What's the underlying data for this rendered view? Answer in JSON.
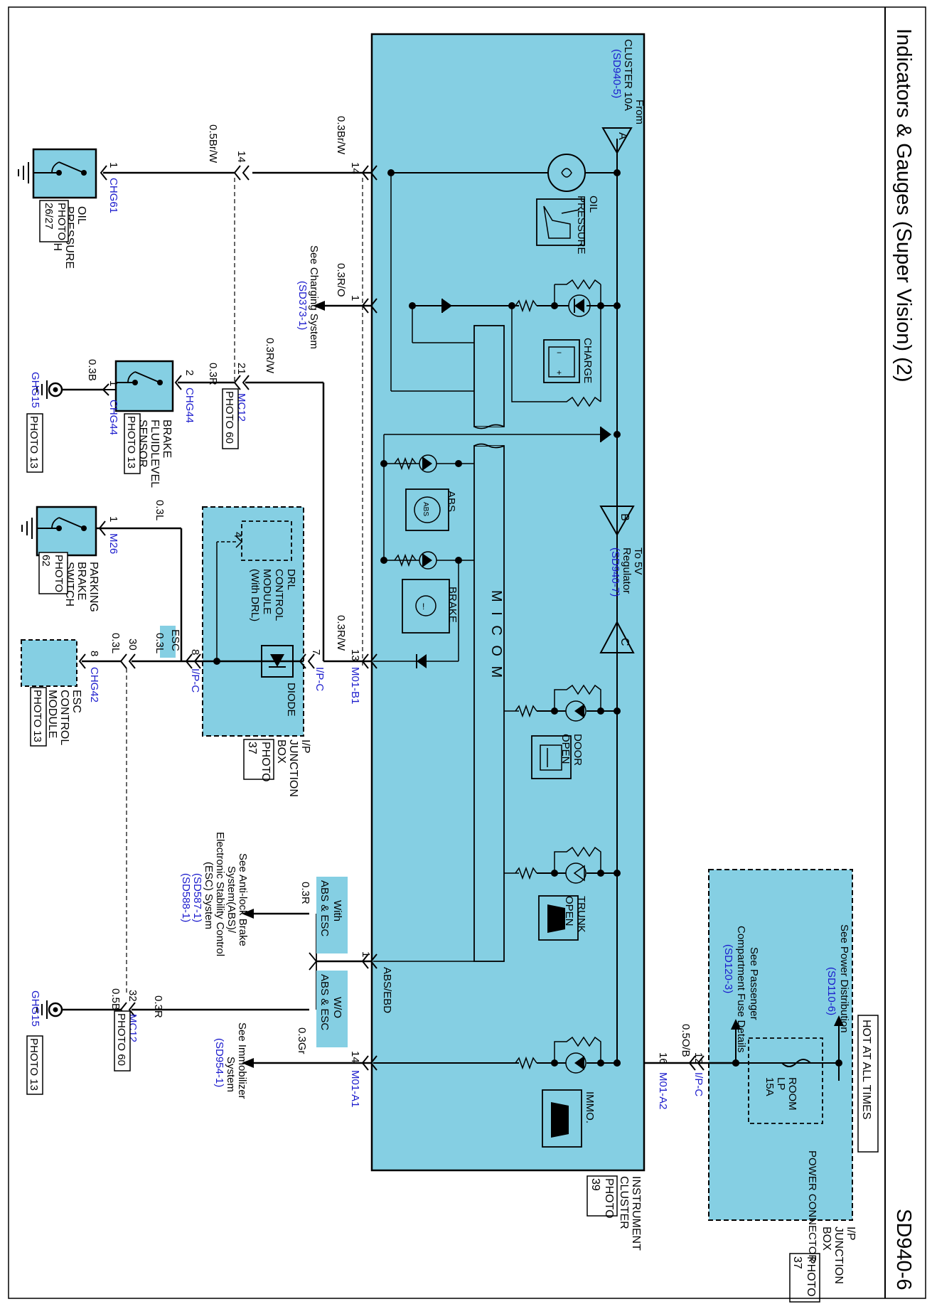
{
  "header": {
    "title": "Indicators & Gauges (Super Vision) (2)",
    "page_code": "SD940-6"
  },
  "power": {
    "hot_label": "HOT AT ALL TIMES",
    "power_distribution": [
      "See Power Distribution",
      "(SD110-6)"
    ],
    "passenger_fuse": [
      "See Passenger",
      "Compartment Fuse Details",
      "(SD120-3)"
    ],
    "fuse": [
      "ROOM",
      "LP",
      "15A"
    ],
    "power_connector": "POWER CONNECTOR",
    "ipjb_label": [
      "I/P",
      "JUNCTION",
      "BOX"
    ],
    "ipjb_photo": [
      "PHOTO",
      "37"
    ]
  },
  "cluster": {
    "label": [
      "INSTRUMENT",
      "CLUSTER"
    ],
    "photo": [
      "PHOTO",
      "39"
    ],
    "from_cluster": [
      "From",
      "CLUSTER 10A",
      "(SD940-5)"
    ],
    "to_regulator": [
      "To 5V",
      "Regulator",
      "(SD940-7)"
    ],
    "micom": "M I C O M",
    "abs_ebd": "ABS/EBD",
    "indicators": [
      "OIL PRESSURE",
      "CHARGE",
      "ABS",
      "BRAKE",
      "DOOR OPEN",
      "TRUNK OPEN",
      "IMMO."
    ],
    "oil_pressure": [
      "OIL",
      "PRESSURE"
    ],
    "door_open": [
      "DOOR",
      "OPEN"
    ],
    "trunk_open": [
      "TRUNK",
      "OPEN"
    ],
    "terminals": {
      "a": "A",
      "b": "B",
      "c": "C"
    },
    "icons": [
      "oil-can-icon",
      "battery-icon",
      "abs-icon",
      "brake-icon",
      "door-icon",
      "trunk-icon",
      "immobilizer-icon",
      "bulb-icon"
    ]
  },
  "connectors": [
    "M01-A2",
    "M01-A1",
    "M01-B1",
    "I/P-C",
    "CHG61",
    "CHG44",
    "MC12",
    "M26",
    "CHG42",
    "GHG15"
  ],
  "pins": [
    "12",
    "16",
    "14",
    "1",
    "13",
    "21",
    "2",
    "1",
    "7",
    "8",
    "4",
    "30",
    "32"
  ],
  "wires": [
    "0.5O/B",
    "0.3Gr",
    "0.3R",
    "0.5B",
    "0.3R/W",
    "0.3L",
    "0.3R/O",
    "0.3Br/W",
    "0.5Br/W",
    "0.3B"
  ],
  "references": {
    "immobilizer": [
      "See Immobilizer",
      "System",
      "(SD954-1)"
    ],
    "abs": [
      "See Anti-lock Brake",
      "System(ABS)/",
      "Electronic Stability Control",
      "(ESC) System",
      "(SD587-1)",
      "(SD588-1)"
    ],
    "charging": [
      "See Charging System",
      "(SD373-1)"
    ]
  },
  "options": {
    "wo_abs_esc": [
      "W/O",
      "ABS & ESC"
    ],
    "with_abs_esc": [
      "With",
      "ABS & ESC"
    ],
    "esc": "ESC"
  },
  "ipjb": {
    "label": [
      "I/P",
      "JUNCTION",
      "BOX"
    ],
    "photo": [
      "PHOTO",
      "37"
    ],
    "diode": "DIODE",
    "drl": [
      "DRL",
      "CONTROL",
      "MODULE",
      "(With DRL)"
    ]
  },
  "components": {
    "oil_switch": [
      "OIL",
      "PRESSURE",
      "SWITCH"
    ],
    "oil_photo": [
      "PHOTO",
      "26/27"
    ],
    "brake_sensor": [
      "BRAKE",
      "FLUIDLEVEL",
      "SENSOR"
    ],
    "brake_photo": "PHOTO 13",
    "parking_switch": [
      "PARKING",
      "BRAKE",
      "SWITCH"
    ],
    "parking_photo": [
      "PHOTO",
      "62"
    ],
    "esc_module": [
      "ESC",
      "CONTROL",
      "MODULE"
    ],
    "esc_photo": "PHOTO 13",
    "mc12_photo": "PHOTO 60",
    "ghg15_photo": "PHOTO 13"
  },
  "colors": {
    "component_fill": "#85cfe3",
    "wire": "#000000",
    "connector_text": "#1a1acc",
    "reference_text": "#1a1acc"
  }
}
